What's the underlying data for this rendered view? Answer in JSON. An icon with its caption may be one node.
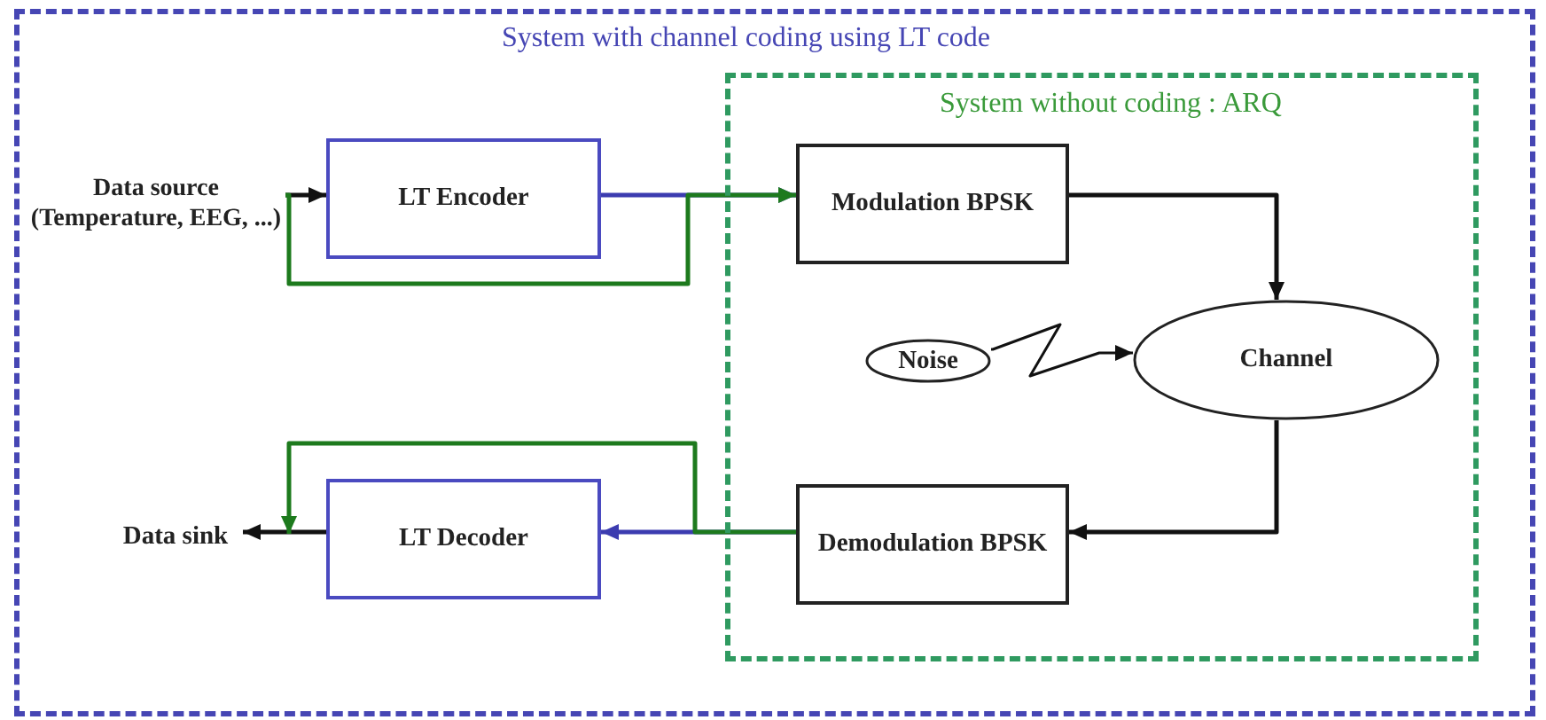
{
  "diagram": {
    "nodes": [
      {
        "text": [
          "System with channel coding using LT code"
        ]
      },
      {
        "text": [
          "Data source (Temperature, EEG, ...)"
        ],
        "in": 0
      },
      {
        "text": [
          "LT Encoder"
        ],
        "in": 0
      },
      {
        "text": [
          "System without coding : ARQ"
        ],
        "in": 0
      },
      {
        "text": [
          "Modulation BPSK"
        ],
        "in": 3
      },
      {
        "text": [
          "Noise"
        ],
        "in": 3
      },
      {
        "text": [
          "Channel"
        ],
        "in": 3
      },
      {
        "text": [
          "Demodulation BPSK"
        ],
        "in": 3
      },
      {
        "text": [
          "LT Decoder"
        ],
        "in": 0
      },
      {
        "text": [
          "Data sink"
        ],
        "in": 0
      }
    ],
    "edges": [
      {
        "from": 1,
        "to": 2,
        "arrow": "to"
      },
      {
        "from": 2,
        "to": 4,
        "arrow": "to",
        "color": "#3c3cb0"
      },
      {
        "from": 1,
        "to": 4,
        "arrow": "to",
        "color": "#1d7a1d"
      },
      {
        "from": 4,
        "to": 6,
        "arrow": "to"
      },
      {
        "from": 5,
        "to": 6,
        "arrow": "to"
      },
      {
        "from": 6,
        "to": 7,
        "arrow": "to"
      },
      {
        "from": 7,
        "to": 8,
        "arrow": "to",
        "color": "#3c3cb0"
      },
      {
        "from": 8,
        "to": 9,
        "arrow": "to"
      },
      {
        "from": 7,
        "to": 9,
        "arrow": "to",
        "color": "#1d7a1d"
      }
    ]
  }
}
